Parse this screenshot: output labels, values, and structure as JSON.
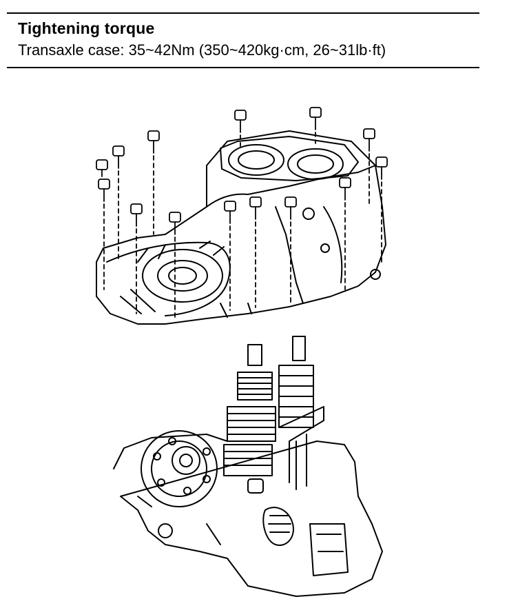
{
  "spec": {
    "title": "Tightening torque",
    "line": "Transaxle case: 35~42Nm (350~420kg·cm, 26~31lb·ft)"
  },
  "figure": {
    "parts": [
      "transaxle-case",
      "case-bolts",
      "gear-shaft-assembly",
      "clutch-housing"
    ]
  }
}
